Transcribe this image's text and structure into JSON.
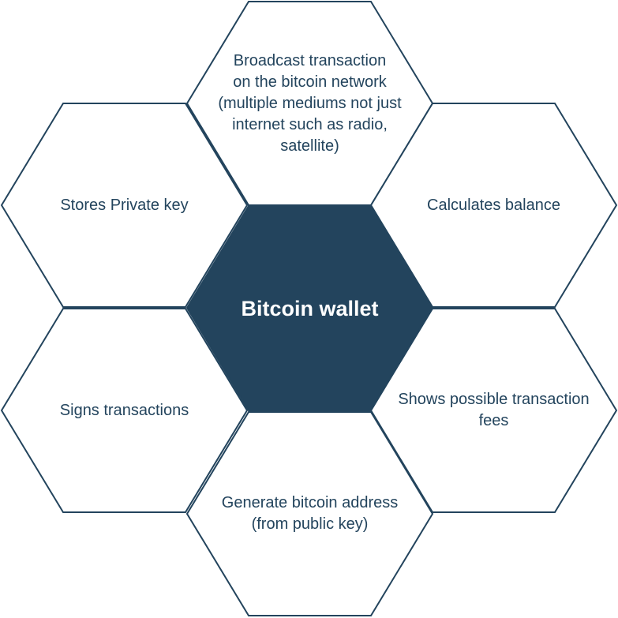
{
  "diagram": {
    "colors": {
      "stroke": "#23445d",
      "center_fill": "#23445d",
      "center_text": "#ffffff",
      "outer_fill": "#ffffff",
      "outer_text": "#23445d"
    },
    "center": {
      "label": "Bitcoin wallet"
    },
    "top": {
      "lines": [
        "Broadcast transaction",
        "on the bitcoin network",
        "(multiple mediums not just",
        "internet such as radio,",
        "satellite)"
      ]
    },
    "upper_left": {
      "lines": [
        "Stores Private key"
      ]
    },
    "upper_right": {
      "lines": [
        "Calculates balance"
      ]
    },
    "lower_left": {
      "lines": [
        "Signs transactions"
      ]
    },
    "lower_right": {
      "lines": [
        "Shows possible transaction",
        "fees"
      ]
    },
    "bottom": {
      "lines": [
        "Generate bitcoin address",
        "(from public key)"
      ]
    }
  }
}
